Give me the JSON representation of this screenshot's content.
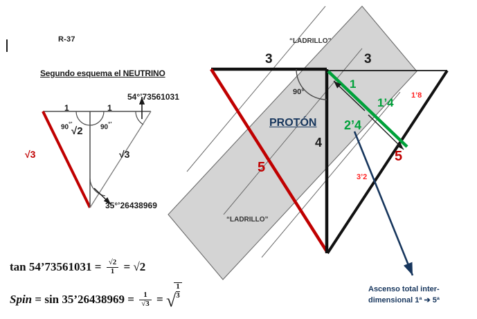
{
  "page": {
    "ref_code": "R-37",
    "subtitle": "Segundo esquema el NEUTRINO",
    "bg_color": "#ffffff"
  },
  "colors": {
    "red": "#c00000",
    "bright_red": "#ff2020",
    "green": "#00a13a",
    "navy": "#17365d",
    "black": "#1a1a1a",
    "band_fill": "#d4d4d4"
  },
  "left_diagram": {
    "name": "neutrino-triangle",
    "side_top_left": "1",
    "side_top_right": "1",
    "angle_left": "90",
    "angle_right": "90",
    "degree_symbol": "°’",
    "altitude": "√2",
    "hyp_left_red": "√3",
    "hyp_right": "√3",
    "angle_top_right": "54°’73561031",
    "angle_bottom": "35°’26438969"
  },
  "formulas": {
    "tan": {
      "fn": "tan",
      "arg": "54’73561031",
      "eq1": "=",
      "num": "√2",
      "den": "1",
      "eq2": "=",
      "result": "√2"
    },
    "spin": {
      "label": "Spin",
      "eq0": "=",
      "fn": "sin",
      "arg": "35’26438969",
      "eq1": "=",
      "num": "1",
      "den": "√3",
      "eq2": "=",
      "result_num": "1",
      "result_den": "3"
    }
  },
  "right_diagram": {
    "name": "proton-schematic",
    "band_label_top": "“LADRILLO”",
    "band_label_bottom": "“LADRILLO”",
    "top_left_segment": "3",
    "top_right_segment": "3",
    "right_angle": "90°",
    "center_label": "PROTÓN",
    "vertical_side": "4",
    "red_hyp_left": "5",
    "black_hyp_right": "5",
    "green_upper": "1",
    "green_lower": "1’4",
    "green_left": "2’4",
    "red_small_upper": "1’8",
    "red_small_lower": "3’2",
    "annotation_line1": "Ascenso total inter-",
    "annotation_line2": "dimensional 1ª ➔ 5ª"
  }
}
